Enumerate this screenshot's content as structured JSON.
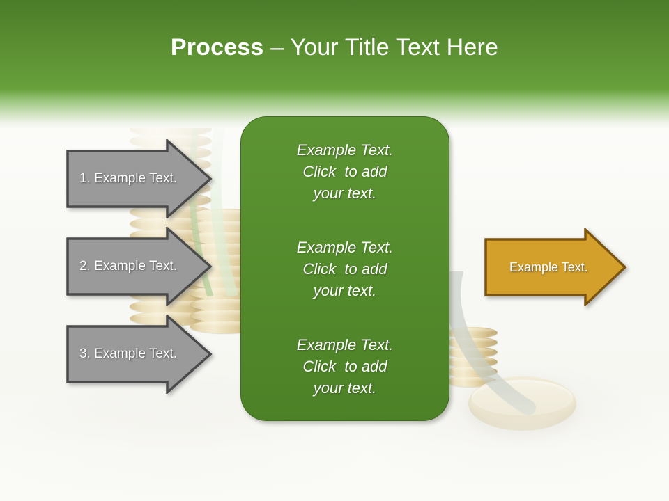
{
  "slide": {
    "title": {
      "strong": "Process",
      "rest": " – Your Title Text Here"
    },
    "background": {
      "description": "stacks-of-gold-coins-photo",
      "page_bg": "#f8f8f5",
      "header_top": "#4a7c29",
      "header_bottom": "#68a13c"
    }
  },
  "process_steps": [
    {
      "label": "1. Example Text."
    },
    {
      "label": "2. Example Text."
    },
    {
      "label": "3. Example Text."
    }
  ],
  "center_panel": {
    "fill": "#548b2c",
    "border": "#3f6b1f",
    "blocks": [
      {
        "lines": [
          "Example Text.",
          "Click  to add",
          "your text."
        ]
      },
      {
        "lines": [
          "Example Text.",
          "Click  to add",
          "your text."
        ]
      },
      {
        "lines": [
          "Example Text.",
          "Click  to add",
          "your text."
        ]
      }
    ]
  },
  "result_arrow": {
    "label": "Example Text.",
    "fill": "#d3a02c",
    "border": "#7a5410"
  },
  "colors": {
    "gray_arrow_fill": "#9a9a9a",
    "gray_arrow_border": "#4a4a4a",
    "text_white": "#ffffff"
  }
}
